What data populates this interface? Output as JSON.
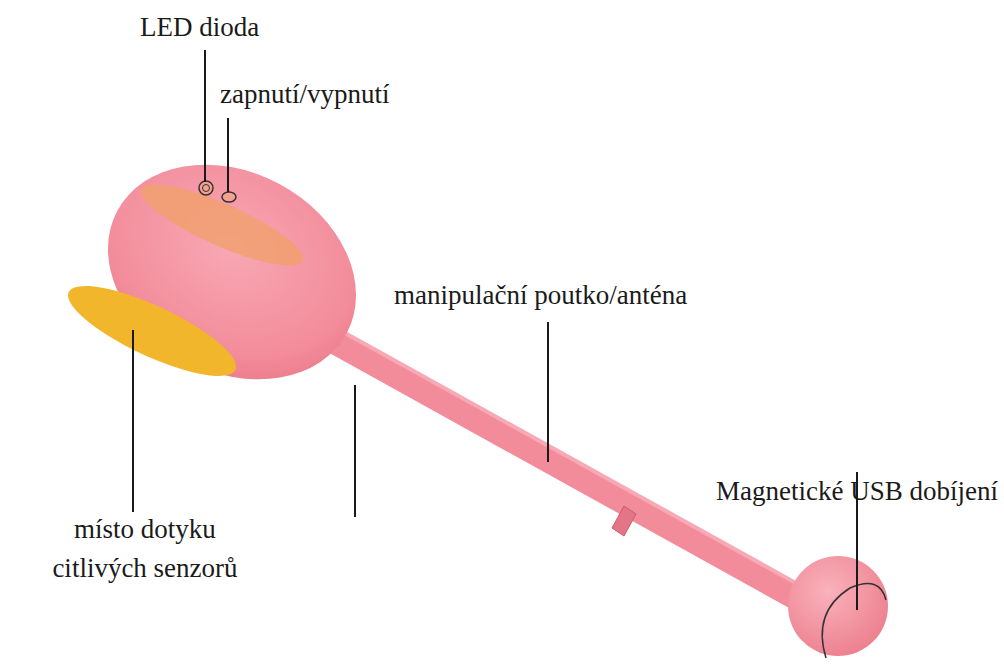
{
  "diagram": {
    "labels": [
      "LED dioda",
      "zapnutí/vypnutí",
      "manipulační poutko/anténa",
      "Magnetické USB dobíjení",
      "místo dotyku citlivých senzorů"
    ]
  }
}
